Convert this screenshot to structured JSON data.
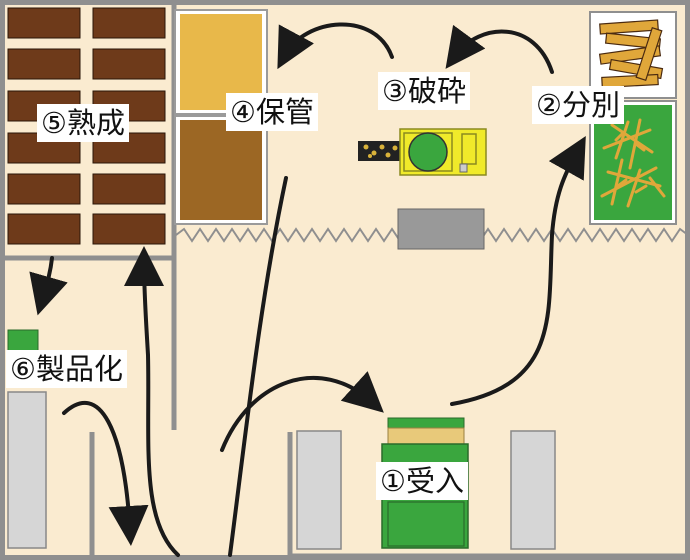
{
  "labels": {
    "receiving": "①受入",
    "sorting": "②分別",
    "crushing": "③破砕",
    "storage": "④保管",
    "maturing": "⑤熟成",
    "productization": "⑥製品化"
  },
  "colors": {
    "floor": "#faebd0",
    "wall": "#8f8f8f",
    "wood_block": "#6e3a1a",
    "green": "#3aa63e",
    "yellow_machine": "#f0ea2a",
    "storage_top": "#e8b84a",
    "storage_bottom": "#9c6724",
    "gray_unit": "#d6d6d6",
    "arrow": "#1a1a1a"
  }
}
